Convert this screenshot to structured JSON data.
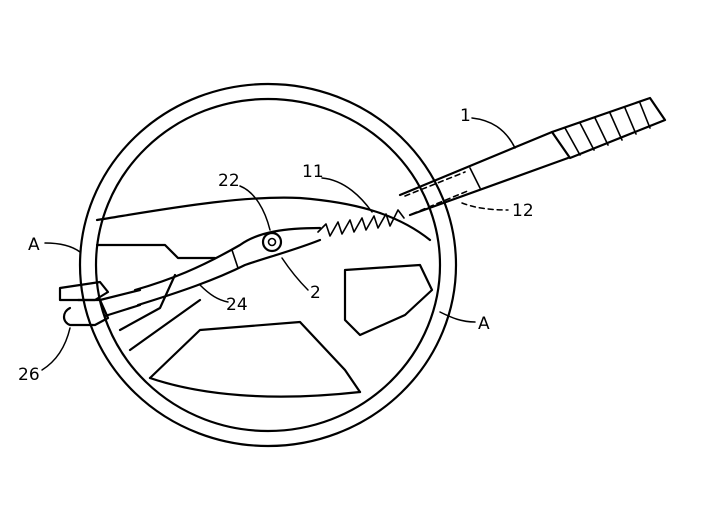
{
  "labels": {
    "handle": "1",
    "shaft_end": "11",
    "sleeve": "12",
    "pivot": "22",
    "body": "2",
    "arm": "24",
    "hook": "26",
    "rim_left": "A",
    "rim_right": "A"
  },
  "colors": {
    "ink": "#000000",
    "paper": "#ffffff"
  }
}
